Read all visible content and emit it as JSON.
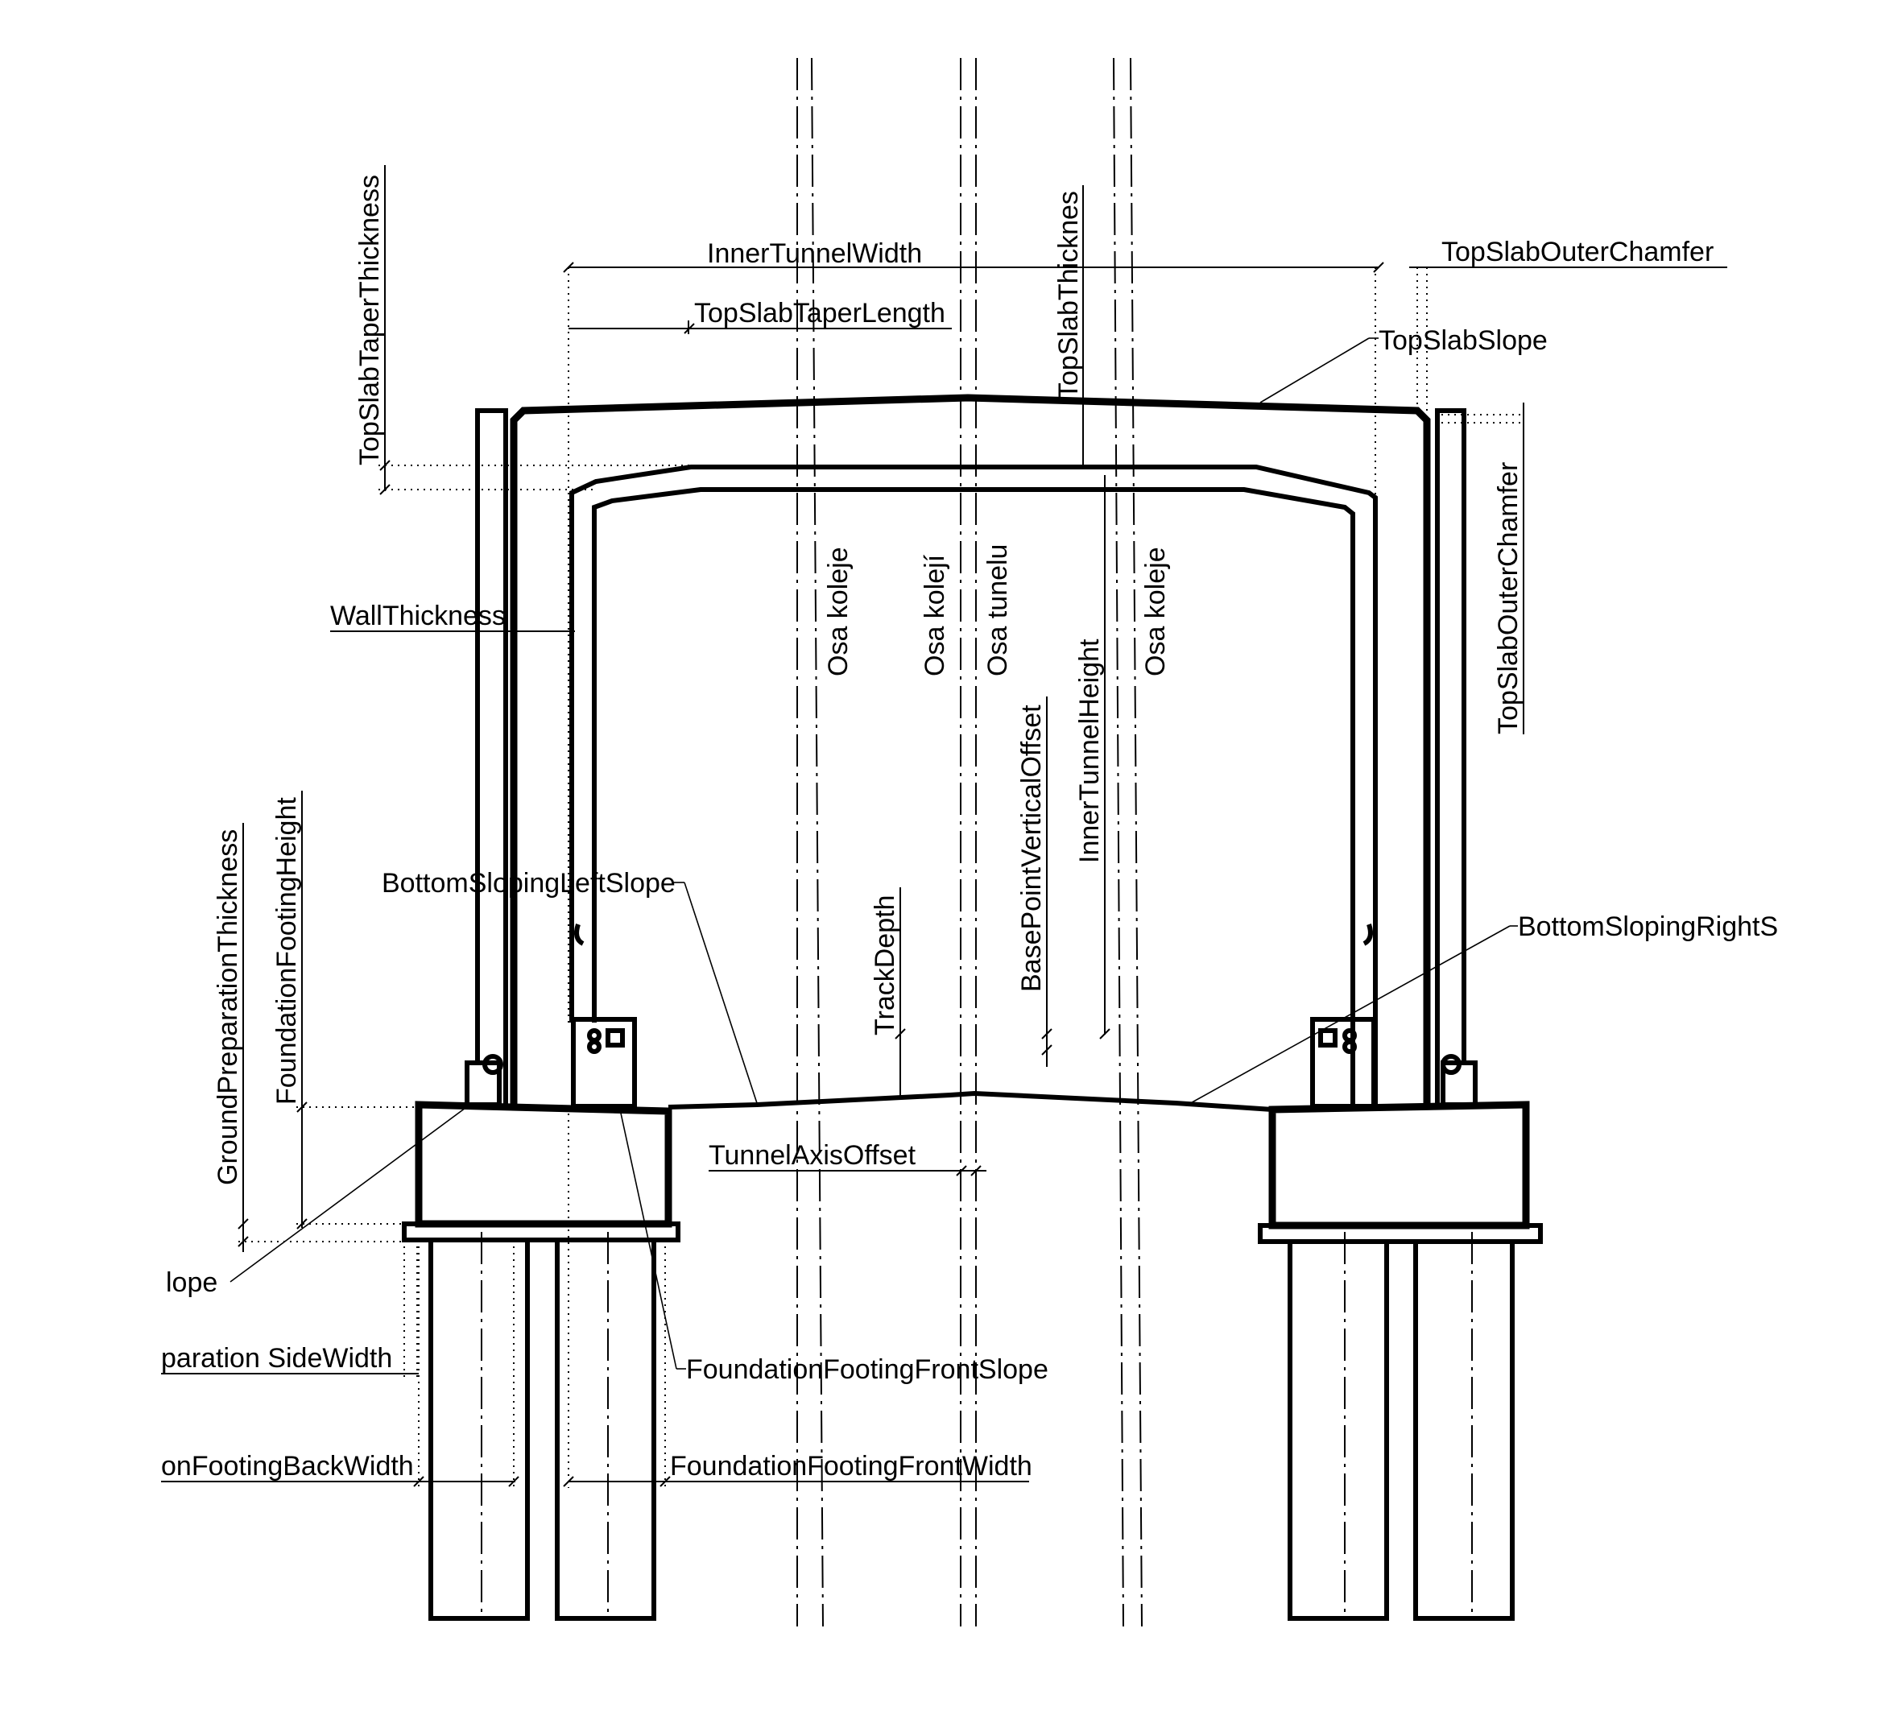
{
  "diagram": {
    "labels": {
      "inner_tunnel_width": "InnerTunnelWidth",
      "top_slab_outer_chamfer_h": "TopSlabOuterChamfer",
      "top_slab_taper_length": "TopSlabTaperLength",
      "top_slab_slope": "TopSlabSlope",
      "top_slab_taper_thickness": "TopSlabTaperThickness",
      "top_slab_thicknes": "TopSlabThicknes",
      "top_slab_outer_chamfer_v": "TopSlabOuterChamfer",
      "wall_thickness": "WallThickness",
      "osa_koleje_left": "Osa koleje",
      "osa_koleji": "Osa kolejí",
      "osa_tunelu": "Osa tunelu",
      "osa_koleje_right": "Osa koleje",
      "inner_tunnel_height": "InnerTunnelHeight",
      "base_point_vertical_offset": "BasePointVerticalOffset",
      "track_depth": "TrackDepth",
      "bottom_sloping_left_slope": "BottomSlopingLeftSlope",
      "bottom_sloping_right_slope": "BottomSlopingRightS",
      "ground_preparation_thickness": "GroundPreparationThickness",
      "foundation_footing_height": "FoundationFootingHeight",
      "tunnel_axis_offset": "TunnelAxisOffset",
      "slope_cut": "lope",
      "preparation_side_width_cut": "paration SideWidth",
      "footing_back_width_cut": "onFootingBackWidth",
      "foundation_footing_front_slope": "FoundationFootingFrontSlope",
      "foundation_footing_front_width": "FoundationFootingFrontWidth"
    }
  }
}
